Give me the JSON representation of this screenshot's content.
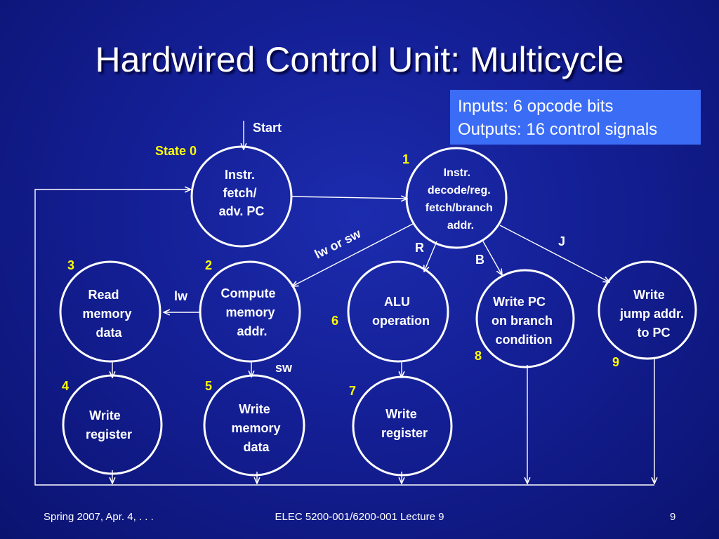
{
  "slide": {
    "title": "Hardwired Control Unit: Multicycle",
    "info_lines": [
      "Inputs: 6 opcode bits",
      "Outputs: 16 control signals"
    ],
    "footer": {
      "left": "Spring 2007, Apr. 4, . . .",
      "center": "ELEC 5200-001/6200-001 Lecture 9",
      "page": "9"
    }
  },
  "diagram": {
    "start_label": "Start",
    "states": [
      {
        "id": "s0",
        "number": "State 0",
        "lines": [
          "Instr.",
          "fetch/",
          "adv. PC"
        ]
      },
      {
        "id": "s1",
        "number": "1",
        "lines": [
          "Instr.",
          "decode/reg.",
          "fetch/branch",
          "addr."
        ]
      },
      {
        "id": "s2",
        "number": "2",
        "lines": [
          "Compute",
          "memory",
          "addr."
        ]
      },
      {
        "id": "s3",
        "number": "3",
        "lines": [
          "Read",
          "memory",
          "data"
        ]
      },
      {
        "id": "s4",
        "number": "4",
        "lines": [
          "Write",
          "register"
        ]
      },
      {
        "id": "s5",
        "number": "5",
        "lines": [
          "Write",
          "memory",
          "data"
        ]
      },
      {
        "id": "s6",
        "number": "6",
        "lines": [
          "ALU",
          "operation"
        ]
      },
      {
        "id": "s7",
        "number": "7",
        "lines": [
          "Write",
          "register"
        ]
      },
      {
        "id": "s8",
        "number": "8",
        "lines": [
          "Write PC",
          "on branch",
          "condition"
        ]
      },
      {
        "id": "s9",
        "number": "9",
        "lines": [
          "Write",
          "jump addr.",
          "to PC"
        ]
      }
    ],
    "edge_labels": {
      "lw_or_sw": "lw or sw",
      "r": "R",
      "b": "B",
      "j": "J",
      "lw": "lw",
      "sw": "sw"
    },
    "colors": {
      "background": "#141f95",
      "state_number": "#ffff00",
      "info_box": "#3b6cf5",
      "lines": "#ffffff"
    }
  }
}
